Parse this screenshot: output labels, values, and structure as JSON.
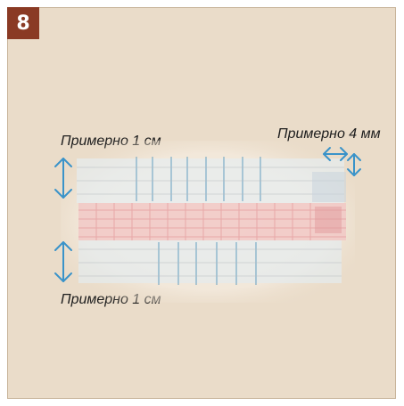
{
  "step": {
    "number": "8"
  },
  "labels": {
    "top_left": "Примерно 1 см",
    "top_right": "Примерно 4 мм",
    "bottom_left": "Примерно 1 см"
  },
  "colors": {
    "background": "#eadcc9",
    "badge": "#8a3a24",
    "arrow": "#3a93c9"
  },
  "icons": {
    "left_top_arrow": "vertical-double-arrow-icon",
    "left_bottom_arrow": "vertical-double-arrow-icon",
    "right_horizontal_arrow": "horizontal-double-arrow-icon",
    "right_vertical_arrow": "vertical-double-arrow-icon"
  }
}
